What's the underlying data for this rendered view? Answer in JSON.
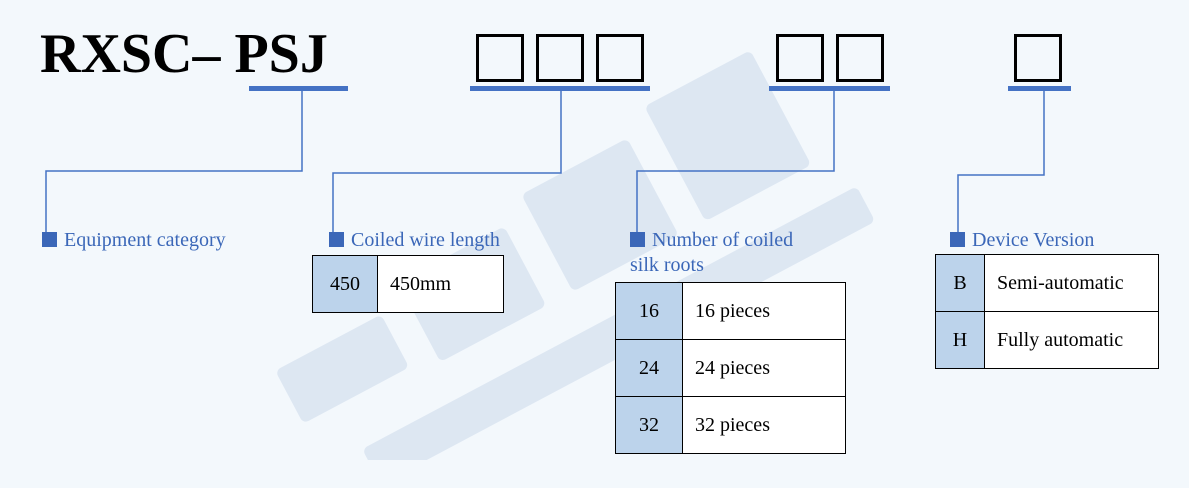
{
  "code": {
    "prefix": "RXSC– ",
    "series": "PSJ"
  },
  "groups": {
    "category": {
      "label": "Equipment category"
    },
    "length": {
      "label": "Coiled wire length",
      "options": [
        {
          "code": "450",
          "desc": "450mm"
        }
      ]
    },
    "roots": {
      "label_line1": "Number of coiled",
      "label_line2": "silk roots",
      "options": [
        {
          "code": "16",
          "desc": "16 pieces"
        },
        {
          "code": "24",
          "desc": "24 pieces"
        },
        {
          "code": "32",
          "desc": "32 pieces"
        }
      ]
    },
    "version": {
      "label": "Device Version",
      "options": [
        {
          "code": "B",
          "desc": "Semi-automatic"
        },
        {
          "code": "H",
          "desc": "Fully automatic"
        }
      ]
    }
  },
  "colors": {
    "accent": "#4472c4",
    "cell": "#bcd3eb",
    "background": "#f3f8fc"
  }
}
